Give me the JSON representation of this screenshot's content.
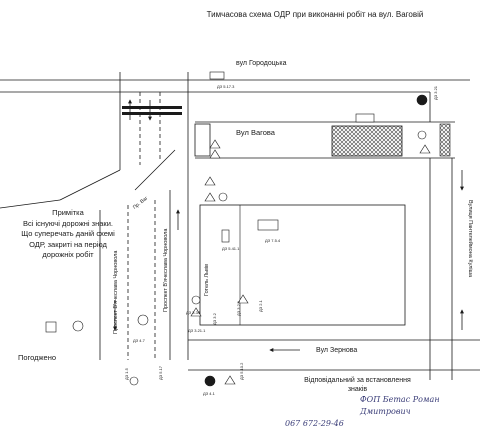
{
  "title": "Тимчасова  схема ОДР при виконанні  робіт на вул. Ваговій",
  "streets": {
    "horodotska": "вул Городоцька",
    "vahova": "Вул Вагова",
    "zernova": "Вул Зернова",
    "chornovola_1": "Проспект В'ячеслава Чорновола",
    "chornovola_2": "Проспект В'ячеслава Чорновола",
    "pantelejmona_kulisha": "Вулиця Пантелеймона Куліша",
    "pr_vah": "Пр. Ваг",
    "hotel": "Готель Львів"
  },
  "note": {
    "heading": "Примітка",
    "line1": "Всі існуючі дорожні знаки.",
    "line2": "Що суперечать даній схемі",
    "line3": "ОДР, закриті на період",
    "line4": "дорожніх робіт"
  },
  "approved": "Погоджено",
  "responsible": {
    "line1": "Відповідальний за встановлення",
    "line2": "знаків"
  },
  "signature": {
    "name": "ФОП Бетас Роман Дмитрович",
    "phone": "067  672-29-46"
  },
  "sign_codes": {
    "s1": "ДЗ 5.17.3",
    "s2": "ДЗ 3.21",
    "s3": "ДЗ 7.5.4",
    "s4": "ДЗ 5.41.1",
    "s5": "ДЗ 3.34",
    "s6": "ДЗ 3.2",
    "s7": "ДЗ 4.7",
    "s8": "ДЗ 5.17",
    "s9": "ДЗ 4.1",
    "s10": "ДЗ 3.21.1",
    "s11": "ДЗ 1.5",
    "s12": "ДЗ 5.10.2",
    "s13": "ДЗ 3.2.1",
    "s14": "ДЗ 2.1"
  },
  "colors": {
    "ink": "#1a1a1a",
    "signature": "#3a3d78",
    "hatch": "#444444"
  }
}
